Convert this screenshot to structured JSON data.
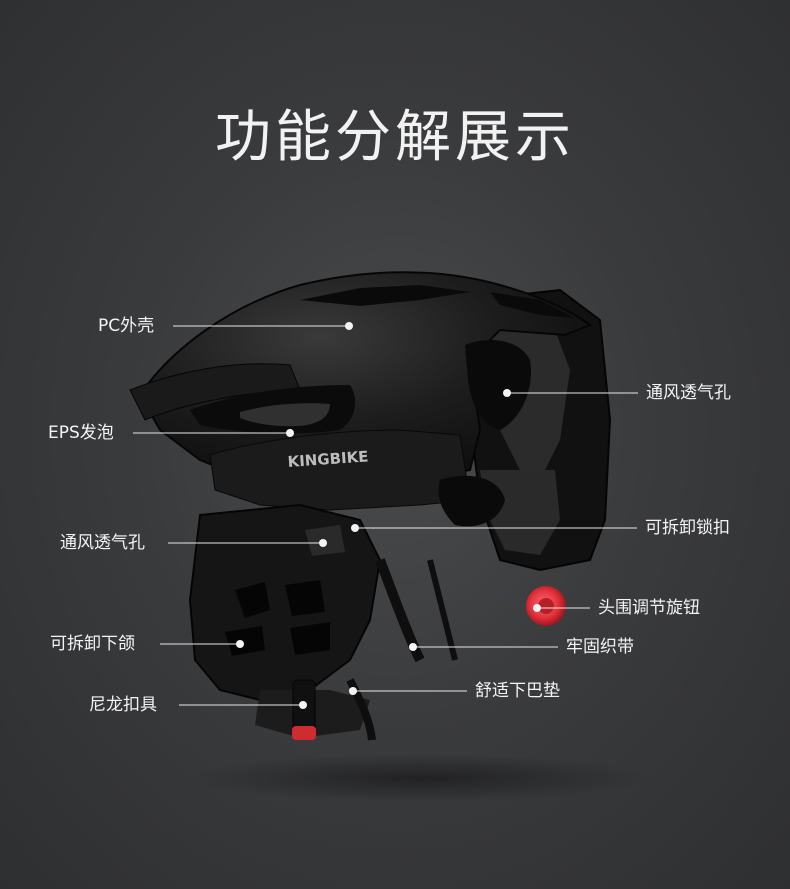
{
  "title": "功能分解展示",
  "brand": "KINGBIKE",
  "callouts": {
    "pc_shell": "PC外壳",
    "eps_foam": "EPS发泡",
    "vent_left": "通风透气孔",
    "chin_detachable": "可拆卸下颌",
    "nylon_buckle": "尼龙扣具",
    "vent_right": "通风透气孔",
    "lock_clip": "可拆卸锁扣",
    "dial": "头围调节旋钮",
    "strap": "牢固织带",
    "chin_pad": "舒适下巴垫"
  },
  "colors": {
    "background": "#3a3b3d",
    "helmet": "#161616",
    "accent_red": "#e0303a",
    "line": "#e8e8e8"
  }
}
